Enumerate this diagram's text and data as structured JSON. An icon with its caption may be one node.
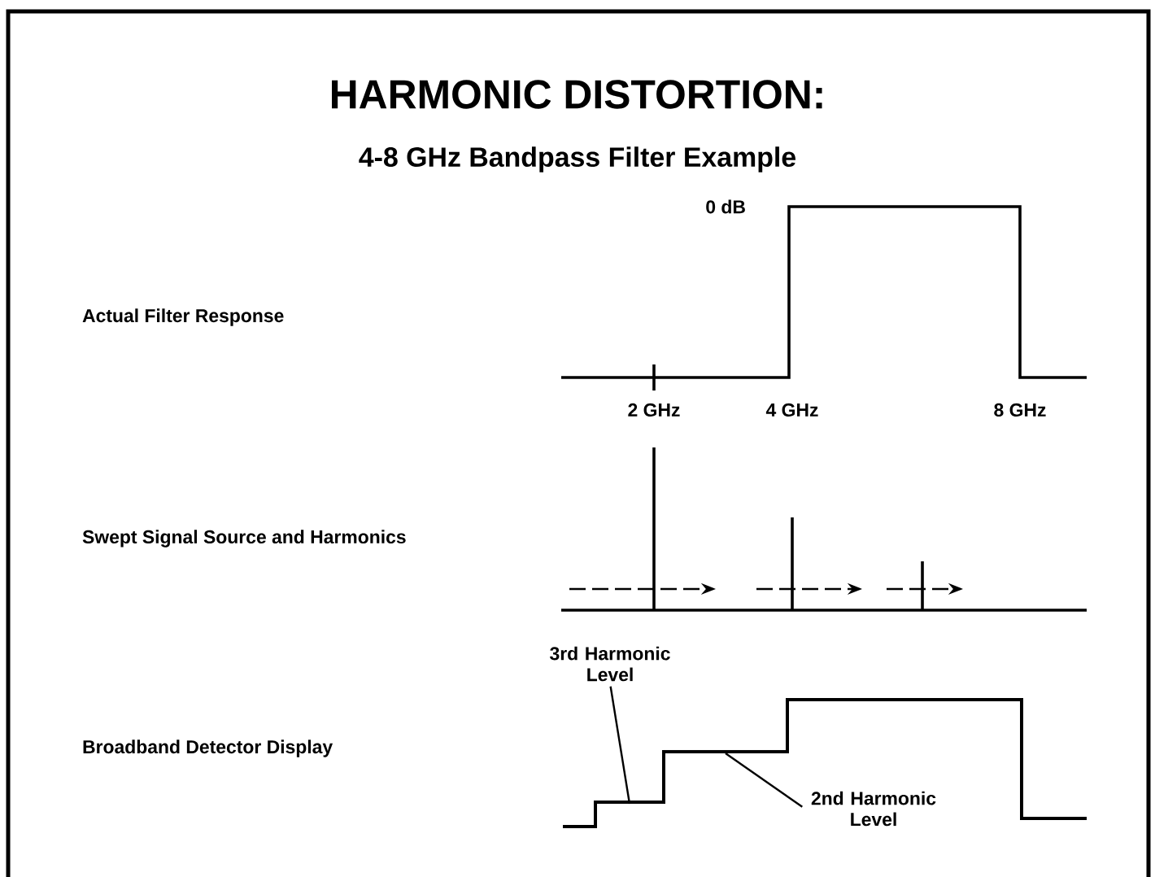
{
  "diagram": {
    "title": "HARMONIC DISTORTION:",
    "nodes": [
      {
        "text": [
          "3rd Harmonic Level"
        ]
      },
      {
        "text": [
          "2nd Harmonic Level"
        ]
      },
      {
        "text": [],
        "shape": "bar"
      },
      {
        "text": [],
        "shape": "bar"
      }
    ],
    "edges": [
      {
        "from": 0,
        "to": 2,
        "arrow": "none"
      },
      {
        "from": 1,
        "to": 3,
        "arrow": "none"
      }
    ],
    "labels": [
      "4-8 GHz Bandpass Filter Example",
      "0 dB",
      "Actual Filter Response",
      "2 GHz",
      "4 GHz",
      "8 GHz",
      "Swept Signal Source and Harmonics",
      "Broadband Detector Display"
    ]
  }
}
